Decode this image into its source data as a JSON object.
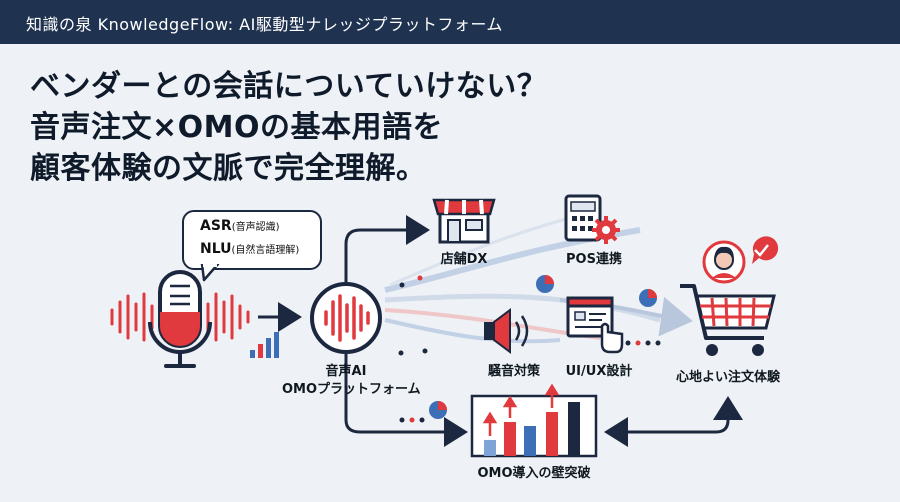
{
  "header": {
    "title": "知識の泉 KnowledgeFlow: AI駆動型ナレッジプラットフォーム"
  },
  "headline": {
    "line1": "ベンダーとの会話についていけない？",
    "line2": "音声注文×OMOの基本用語を",
    "line3": "顧客体験の文脈で完全理解。"
  },
  "bubble": {
    "term1": "ASR",
    "term1_note": "(音声認識)",
    "term2": "NLU",
    "term2_note": "(自然言語理解)"
  },
  "labels": {
    "voice_ai_line1": "音声AI",
    "voice_ai_line2": "OMOプラットフォーム",
    "store_dx": "店舗DX",
    "pos": "POS連携",
    "noise": "騒音対策",
    "uiux": "UI/UX設計",
    "cx": "心地よい注文体験",
    "omo_wall": "OMO導入の壁突破"
  },
  "colors": {
    "navy": "#1f3350",
    "red": "#e0393e",
    "blue": "#3d6fb6",
    "dark": "#1c2740"
  }
}
